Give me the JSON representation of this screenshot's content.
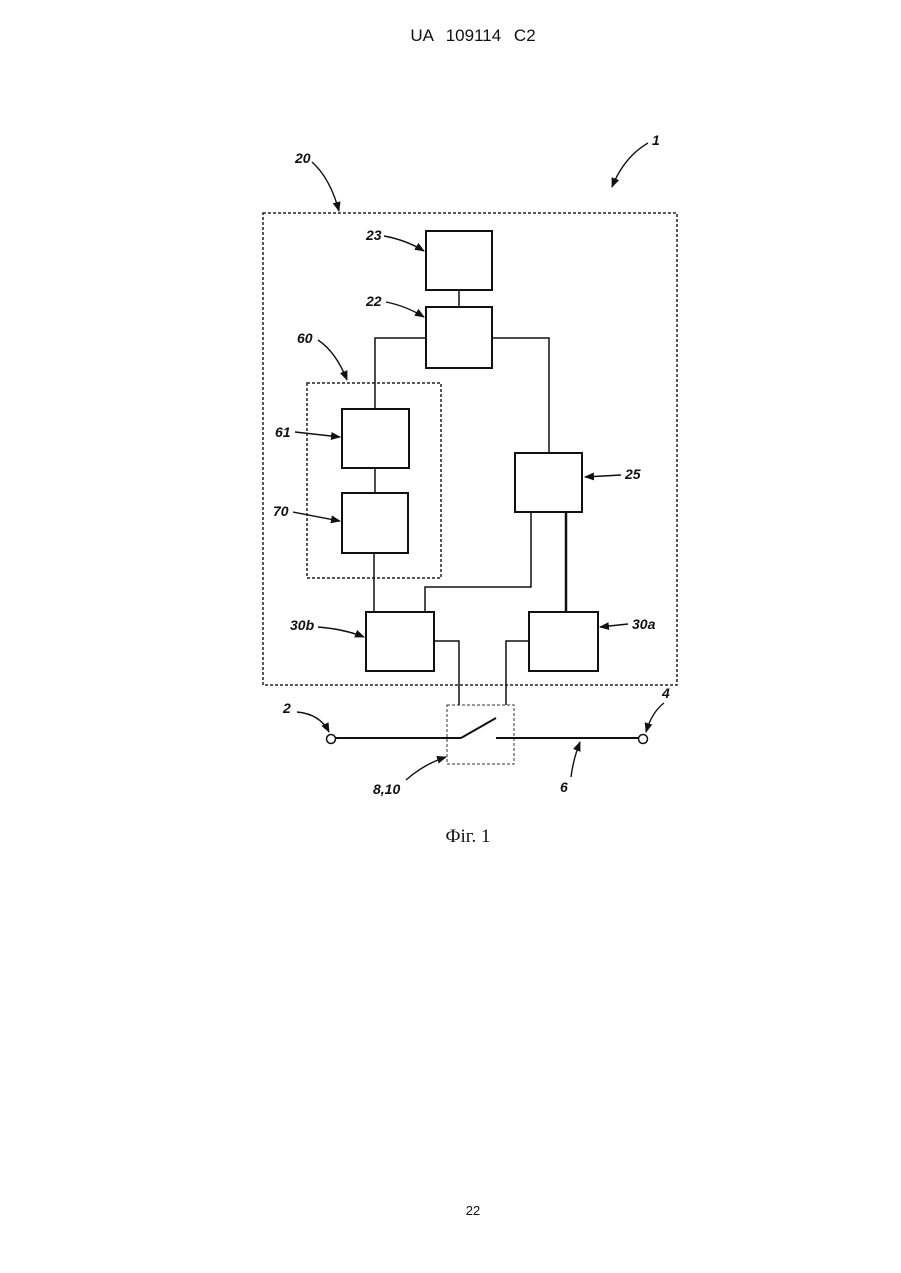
{
  "header": {
    "text": "UA   109114   C2"
  },
  "figure": {
    "caption": "Фіг. 1",
    "labels": {
      "l1": "1",
      "l20": "20",
      "l23": "23",
      "l22": "22",
      "l60": "60",
      "l61": "61",
      "l70": "70",
      "l25": "25",
      "l30b": "30b",
      "l30a": "30a",
      "l2": "2",
      "l4": "4",
      "l810": "8,10",
      "l6": "6"
    }
  },
  "footer": {
    "page_number": "22"
  }
}
